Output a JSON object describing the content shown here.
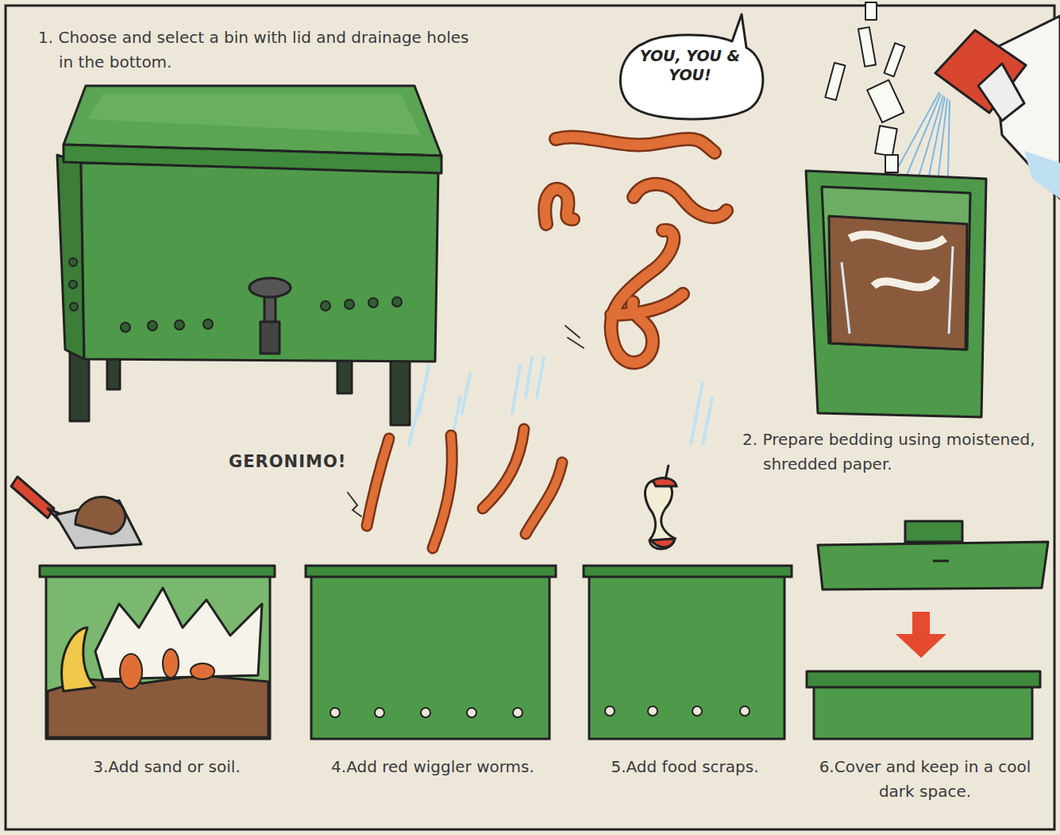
{
  "diagram": {
    "nodes": [
      {
        "text": [
          "YOU, YOU & YOU!"
        ]
      }
    ],
    "labels": [
      "1. Choose and select a bin with lid and drainage holes in the bottom.",
      "2. Prepare bedding using moistened, shredded paper.",
      "GERONIMO!",
      "3.Add sand or soil.",
      "4.Add red wiggler worms.",
      "5.Add food scraps.",
      "6.Cover and keep in a cool dark space."
    ]
  }
}
